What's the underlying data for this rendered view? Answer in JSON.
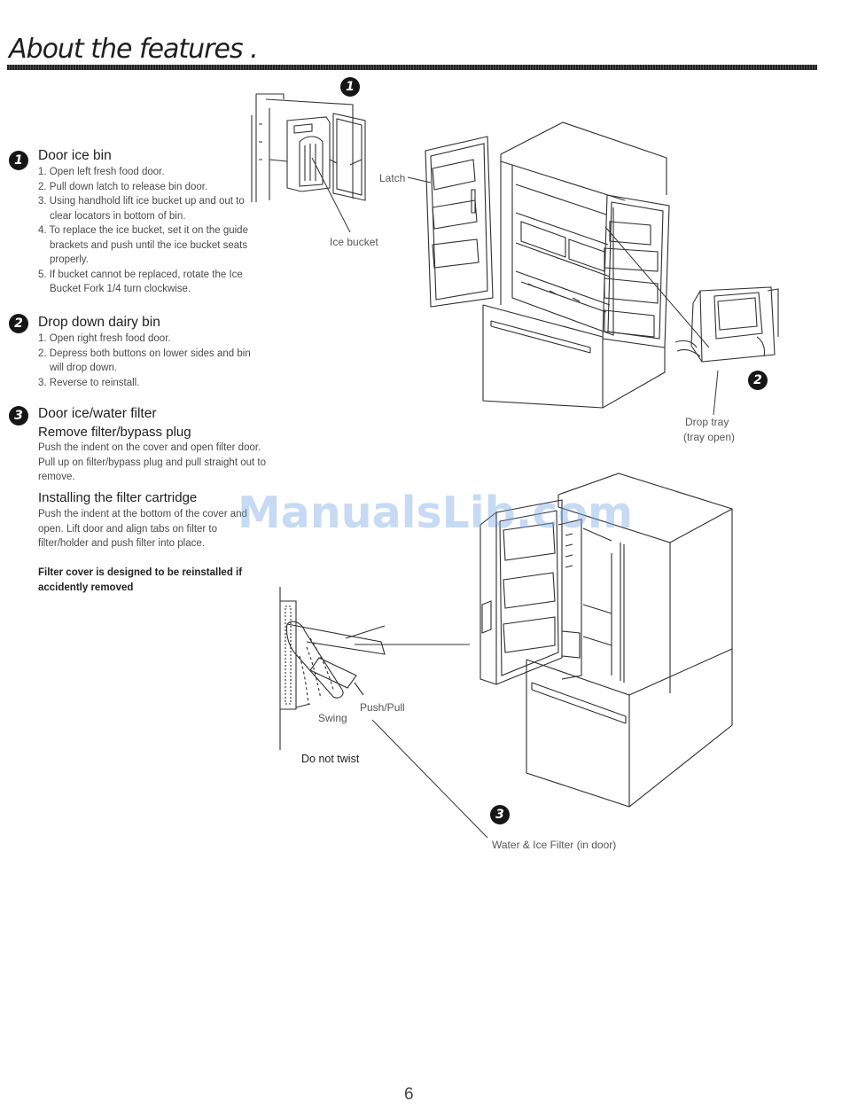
{
  "page": {
    "title": "About the features .",
    "page_number": "6",
    "watermark": "ManualsLib.com"
  },
  "sections": [
    {
      "number": "1",
      "title": "Door ice bin",
      "steps": [
        "1. Open left fresh food door.",
        "2. Pull down latch to release bin door.",
        "3. Using handhold lift ice bucket up and out to clear locators in bottom of bin.",
        "4. To replace the ice bucket, set it on the guide brackets and push until the ice bucket seats properly.",
        "5. If bucket cannot be replaced, rotate the Ice Bucket Fork 1/4 turn clockwise."
      ]
    },
    {
      "number": "2",
      "title": "Drop down dairy bin",
      "steps": [
        "1. Open right fresh food door.",
        "2. Depress both buttons on lower sides and bin will drop down.",
        "3. Reverse to reinstall."
      ]
    },
    {
      "number": "3",
      "title": "Door ice/water filter",
      "subsections": [
        {
          "title": "Remove filter/bypass plug",
          "text": "Push the indent on the cover and open filter door. Pull up on filter/bypass plug and pull straight out to remove."
        },
        {
          "title": "Installing the filter cartridge",
          "text": "Push the indent at the bottom of the cover and open. Lift door and align tabs on filter to filter/holder and push filter into place."
        }
      ],
      "note": "Filter cover is designed to be reinstalled if accidently removed"
    }
  ],
  "callouts": {
    "latch": "Latch",
    "ice_bucket": "Ice bucket",
    "drop_tray": "Drop tray",
    "tray_open": "(tray open)",
    "push_pull": "Push/Pull",
    "swing": "Swing",
    "do_not_twist": "Do not twist",
    "water_ice_filter": "Water & Ice Filter  (in door)"
  },
  "figure_badges": {
    "top": "1",
    "dairy": "2",
    "filter": "3"
  }
}
